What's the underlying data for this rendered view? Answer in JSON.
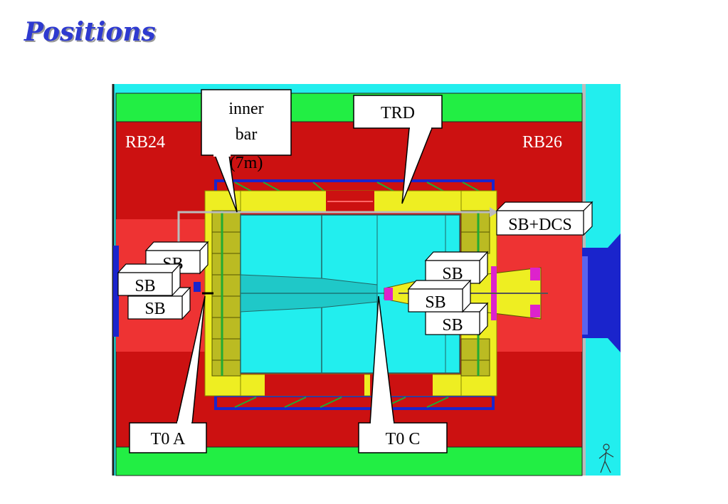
{
  "title": "Positions",
  "labels": {
    "rb24": "RB24",
    "rb26": "RB26",
    "inner_bar": [
      "inner",
      "bar",
      "(7m)"
    ],
    "trd": "TRD",
    "sb_dcs": "SB+DCS",
    "sb": "SB",
    "t0a": "T0 A",
    "t0c": "T0 C"
  },
  "colors": {
    "title": "#2e3ad0",
    "cyan": "#22eeee",
    "green": "#22ee44",
    "dark_red": "#cc1111",
    "red": "#ee3333",
    "yellow": "#eeee22",
    "olive": "#bbbb22",
    "blue": "#1a24cc",
    "magenta": "#dd22cc"
  }
}
